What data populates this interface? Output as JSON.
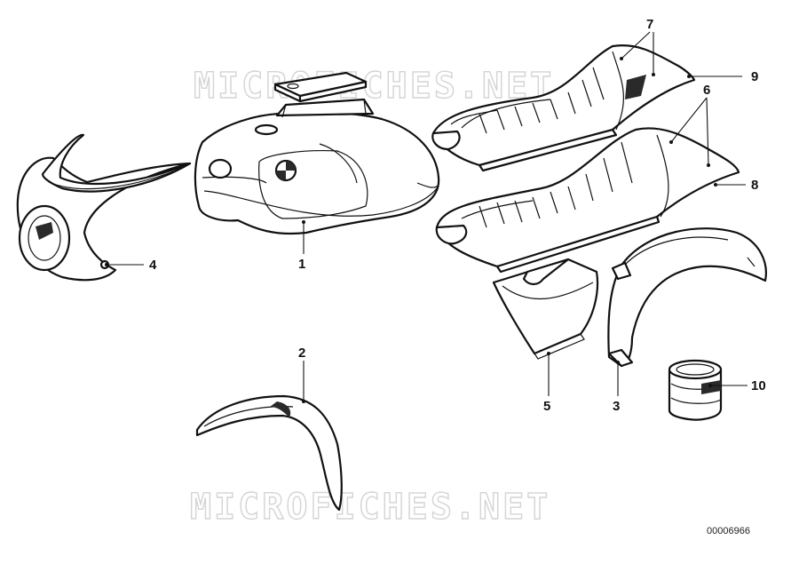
{
  "watermark": {
    "top_text": "MICROFICHES.NET",
    "bottom_text": "MICROFICHES.NET"
  },
  "document_number": "00006966",
  "callouts": [
    {
      "id": "c1",
      "label": "1"
    },
    {
      "id": "c2",
      "label": "2"
    },
    {
      "id": "c3",
      "label": "3"
    },
    {
      "id": "c4",
      "label": "4"
    },
    {
      "id": "c5",
      "label": "5"
    },
    {
      "id": "c6",
      "label": "6"
    },
    {
      "id": "c7",
      "label": "7"
    },
    {
      "id": "c8",
      "label": "8"
    },
    {
      "id": "c9",
      "label": "9"
    },
    {
      "id": "c10",
      "label": "10"
    }
  ],
  "colors": {
    "ink": "#111111",
    "watermark": "#d4d4d4",
    "background": "#ffffff"
  }
}
